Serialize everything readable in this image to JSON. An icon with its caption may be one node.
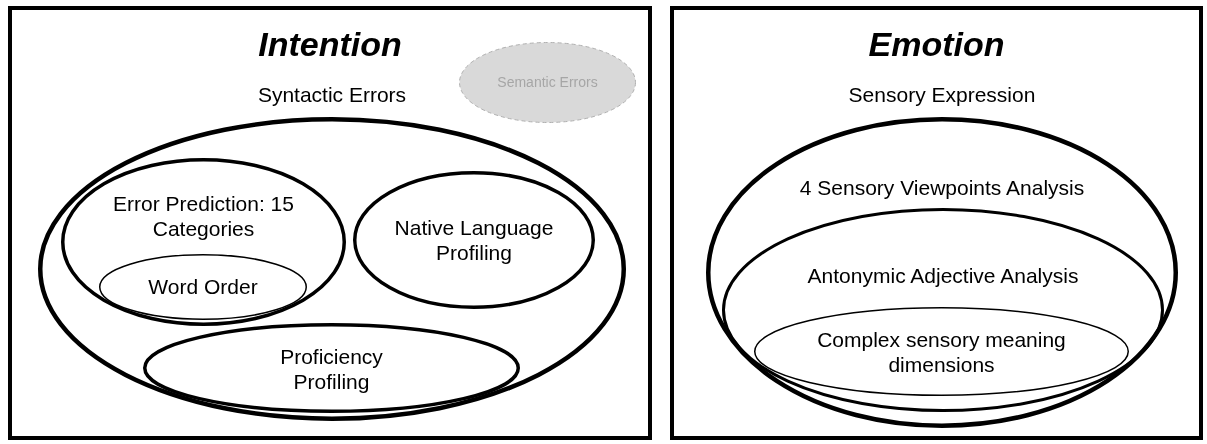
{
  "diagram": {
    "nodes": [
      {
        "text": [
          "Intention"
        ]
      },
      {
        "text": [
          "Semantic Errors"
        ],
        "in": 0
      },
      {
        "text": [
          "Syntactic Errors"
        ],
        "in": 0
      },
      {
        "text": [
          "Error Prediction: 15 Categories"
        ],
        "in": 2
      },
      {
        "text": [
          "Word Order"
        ],
        "in": 3
      },
      {
        "text": [
          "Native Language Profiling"
        ],
        "in": 2
      },
      {
        "text": [
          "Proficiency Profiling"
        ],
        "in": 2
      },
      {
        "text": [
          "Emotion"
        ]
      },
      {
        "text": [
          "Sensory Expression",
          "4 Sensory Viewpoints Analysis"
        ],
        "in": 7
      },
      {
        "text": [
          "Antonymic Adjective Analysis"
        ],
        "in": 8
      },
      {
        "text": [
          "Complex sensory meaning dimensions"
        ],
        "in": 9
      }
    ]
  }
}
